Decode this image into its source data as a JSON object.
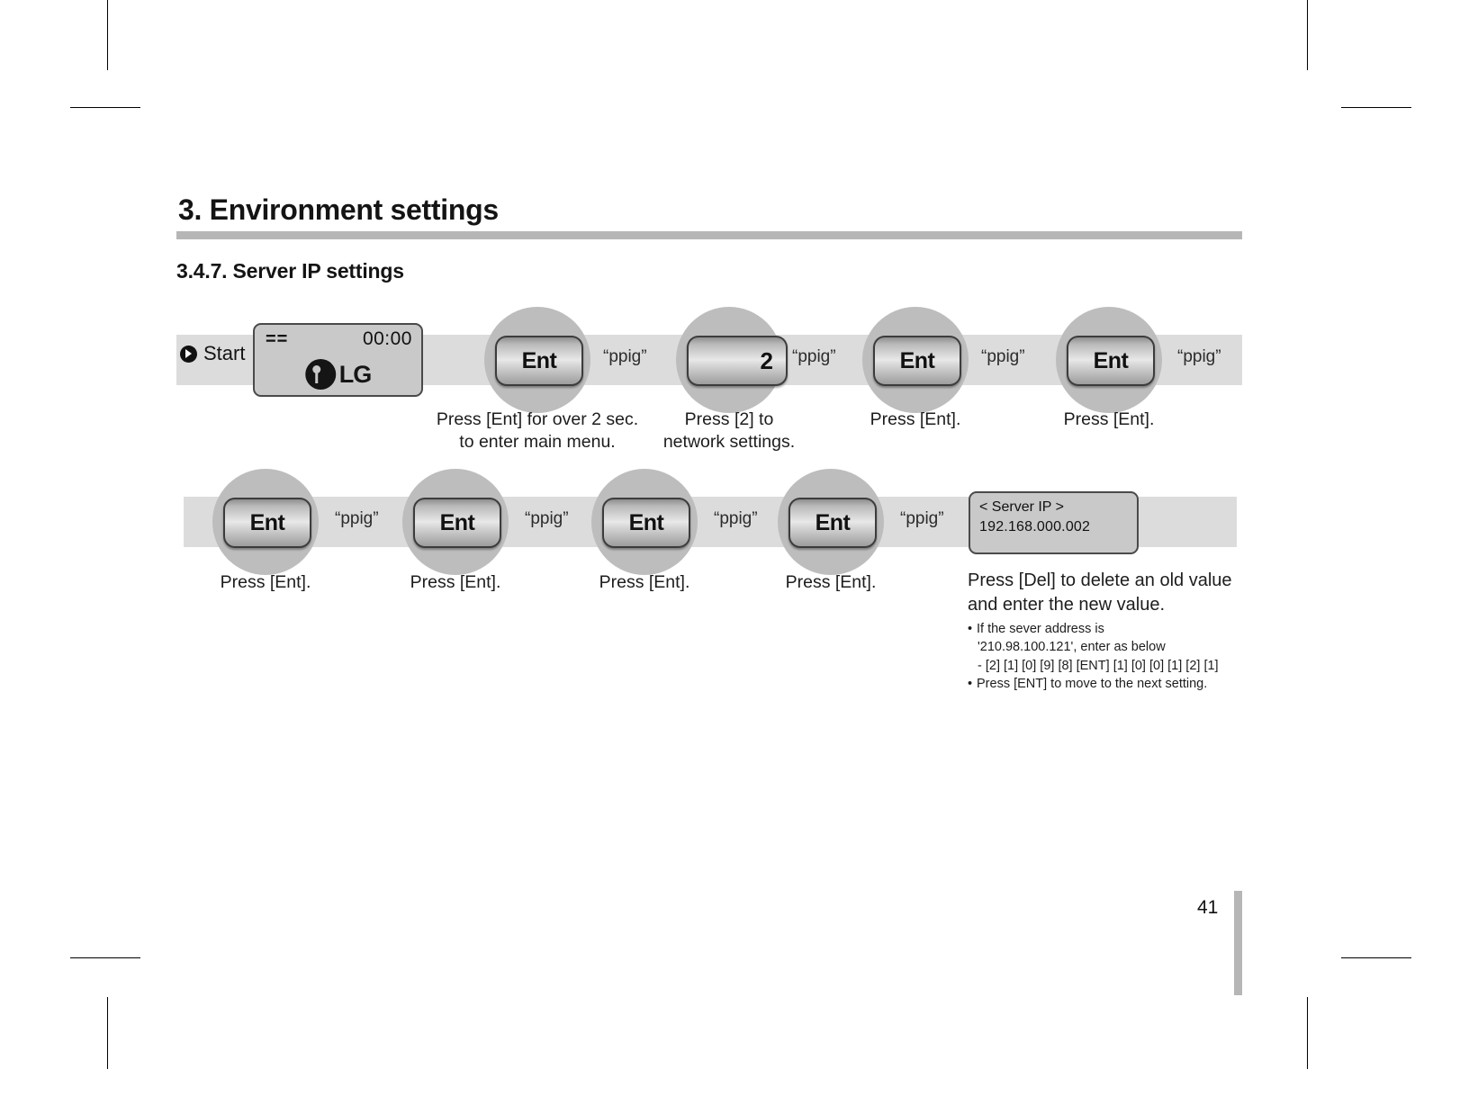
{
  "document": {
    "chapter_title": "3. Environment settings",
    "section_title": "3.4.7. Server IP settings",
    "page_number": "41"
  },
  "flow": {
    "start_label": "Start",
    "start_icon": "play-circle-icon",
    "sound_label": "“ppig”",
    "start_display": {
      "status": "==",
      "time": "00:00",
      "brand": "LG"
    },
    "row1": [
      {
        "key": "Ent",
        "caption_line1": "Press [Ent] for over 2 sec.",
        "caption_line2": "to enter main menu."
      },
      {
        "key": "2",
        "caption_line1": "Press [2] to",
        "caption_line2": "network settings."
      },
      {
        "key": "Ent",
        "caption_line1": "Press [Ent].",
        "caption_line2": ""
      },
      {
        "key": "Ent",
        "caption_line1": "Press [Ent].",
        "caption_line2": ""
      }
    ],
    "row2": [
      {
        "key": "Ent",
        "caption_line1": "Press [Ent].",
        "caption_line2": ""
      },
      {
        "key": "Ent",
        "caption_line1": "Press [Ent].",
        "caption_line2": ""
      },
      {
        "key": "Ent",
        "caption_line1": "Press [Ent].",
        "caption_line2": ""
      },
      {
        "key": "Ent",
        "caption_line1": "Press [Ent].",
        "caption_line2": ""
      }
    ],
    "result_display": {
      "line1": "< Server IP >",
      "line2": "192.168.000.002"
    }
  },
  "note": {
    "title_line1": "Press [Del] to delete an old value",
    "title_line2": "and enter the new value.",
    "bullets": [
      {
        "main": "If the sever address is",
        "sub1": "'210.98.100.121', enter as below",
        "sub2": "- [2] [1] [0] [9] [8] [ENT] [1] [0] [0] [1] [2] [1]"
      },
      {
        "main": "Press [ENT] to move to the next setting.",
        "sub1": "",
        "sub2": ""
      }
    ]
  },
  "colors": {
    "band": "#dcdcdc",
    "circle": "#bdbdbd",
    "rule": "#b6b6b6",
    "lcd": "#c9c9c9"
  }
}
